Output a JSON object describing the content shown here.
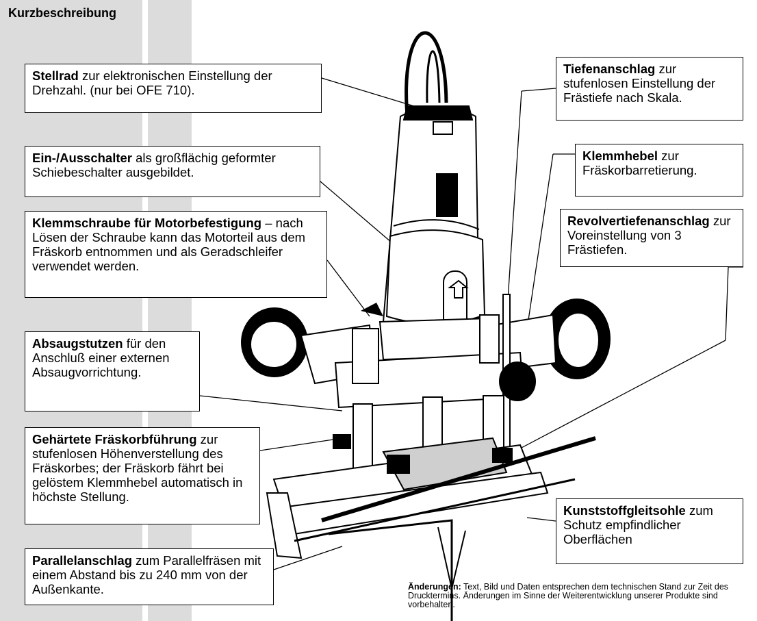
{
  "header": {
    "title": "Kurzbeschreibung"
  },
  "callouts": {
    "stellrad": {
      "bold": "Stellrad",
      "text": " zur elektronischen Einstellung der Drehzahl. (nur bei OFE 710)."
    },
    "schalter": {
      "bold": "Ein-/Ausschalter",
      "text": " als großflächig geformter Schiebeschalter ausgebildet."
    },
    "klemmschraube": {
      "bold": "Klemmschraube für Motorbefestigung",
      "text": " – nach Lösen der Schraube kann das Motorteil aus dem Fräskorb entnommen und als Geradschleifer verwendet werden."
    },
    "absaug": {
      "bold": "Absaugstutzen",
      "text": " für den Anschluß einer externen Absaugvorrichtung."
    },
    "fuehrung": {
      "bold": "Gehärtete Fräskorbführung",
      "text": " zur stufenlosen Höhenverstellung des Fräskorbes; der Fräskorb fährt bei gelöstem Klemmhebel automatisch in höchste Stellung."
    },
    "parallel": {
      "bold": "Parallelanschlag",
      "text": " zum Parallelfräsen mit einem Abstand bis zu 240 mm von der Außenkante."
    },
    "tiefen": {
      "bold": "Tiefenanschlag",
      "text": " zur stufenlosen Einstellung der Frästiefe nach Skala."
    },
    "klemmhebel": {
      "bold": "Klemmhebel",
      "text": " zur Fräskorbarretierung."
    },
    "revolver": {
      "bold": "Revolvertiefenanschlag",
      "text": " zur Voreinstellung von 3 Frästiefen."
    },
    "gleitsohle": {
      "bold": "Kunststoffgleitsohle",
      "text": " zum Schutz empfindlicher Oberflächen"
    }
  },
  "footer": {
    "bold": "Änderungen:",
    "text": " Text, Bild und Daten entsprechen dem technischen Stand zur Zeit des Drucktermins. Änderungen im Sinne der Weiterentwicklung unserer Produkte sind vorbehalten."
  },
  "illustration": {
    "name": "router-illustration"
  }
}
